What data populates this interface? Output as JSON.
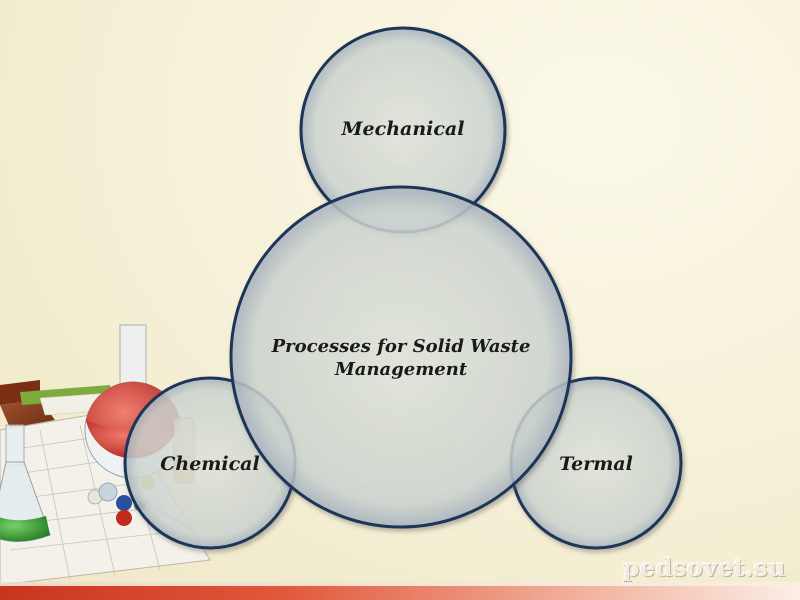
{
  "diagram": {
    "center": {
      "label_line1": "Processes for Solid Waste",
      "label_line2": "Management"
    },
    "nodes": [
      {
        "label": "Mechanical"
      },
      {
        "label": "Chemical"
      },
      {
        "label": "Termal"
      }
    ]
  },
  "watermark": {
    "text": "pedsovet.su"
  },
  "colors": {
    "background": "#f5f0d6",
    "circle_fill": "#dde2db",
    "circle_stroke": "#1e3458",
    "accent_stripe": "#c8351f"
  }
}
